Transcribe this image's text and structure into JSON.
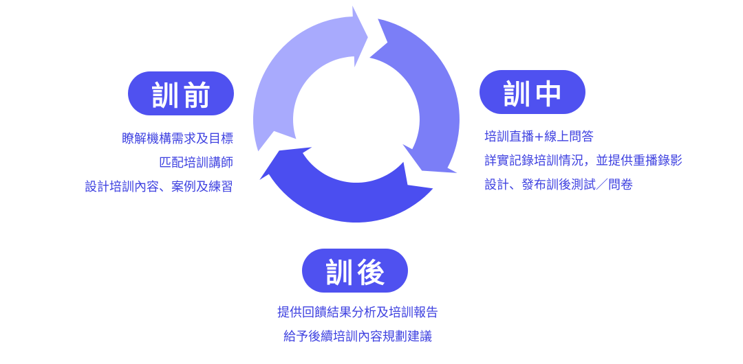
{
  "colors": {
    "accent": "#4f51f0",
    "text": "#3f42e0",
    "arrow_light": "#a8aafd",
    "arrow_mid": "#7b7ef7",
    "arrow_dark": "#4b4ef0"
  },
  "stages": {
    "before": {
      "label": "訓前",
      "items": [
        "瞭解機構需求及目標",
        "匹配培訓講師",
        "設計培訓內容、案例及練習"
      ]
    },
    "during": {
      "label": "訓中",
      "items": [
        "培訓直播+線上問答",
        "詳實記錄培訓情況，並提供重播錄影",
        "設計、發布訓後測試／問卷"
      ]
    },
    "after": {
      "label": "訓後",
      "items": [
        "提供回饋結果分析及培訓報告",
        "給予後續培訓內容規劃建議"
      ]
    }
  }
}
